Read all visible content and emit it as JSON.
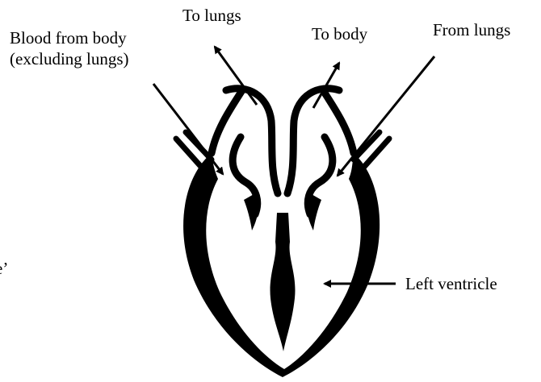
{
  "labels": {
    "blood_from_body_line1": "Blood from body",
    "blood_from_body_line2": "(excluding lungs)",
    "to_lungs": "To lungs",
    "to_body": "To body",
    "from_lungs": "From lungs",
    "left_ventricle": "Left ventricle",
    "cut_off_edge_text": "e’"
  },
  "colors": {
    "ink": "#000000",
    "paper": "#ffffff"
  }
}
